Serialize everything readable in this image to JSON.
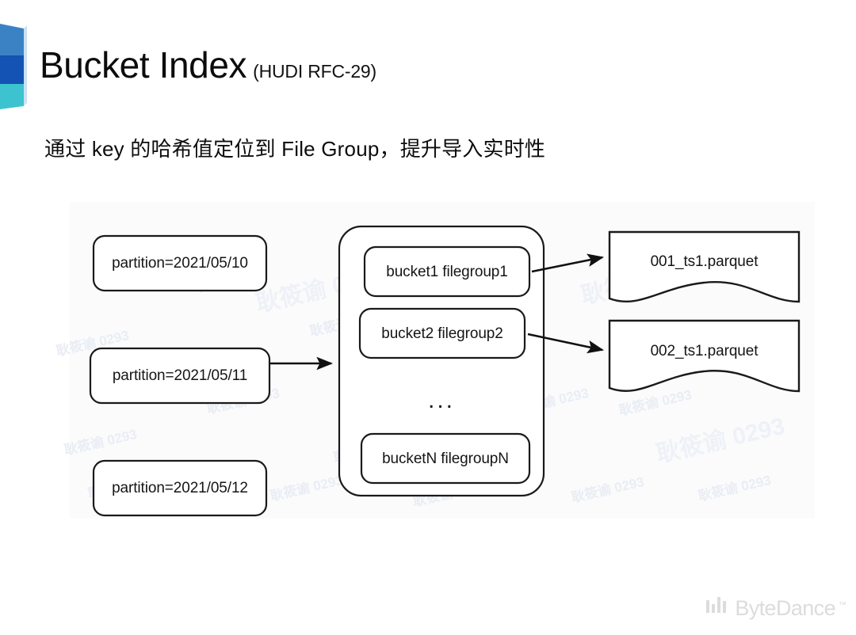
{
  "header": {
    "title_main": "Bucket Index",
    "title_sub": "(HUDI RFC-29)",
    "subtitle": "通过 key 的哈希值定位到 File Group，提升导入实时性"
  },
  "diagram": {
    "partitions": [
      {
        "label": "partition=2021/05/10"
      },
      {
        "label": "partition=2021/05/11"
      },
      {
        "label": "partition=2021/05/12"
      }
    ],
    "buckets": [
      {
        "label": "bucket1 filegroup1"
      },
      {
        "label": "bucket2 filegroup2"
      },
      {
        "label": "bucketN filegroupN"
      }
    ],
    "bucket_ellipsis": "...",
    "files": [
      {
        "label": "001_ts1.parquet"
      },
      {
        "label": "002_ts1.parquet"
      }
    ],
    "arrows": [
      {
        "name": "partition-to-bucket-container"
      },
      {
        "name": "bucket1-to-file1"
      },
      {
        "name": "bucket2-to-file2"
      }
    ]
  },
  "watermark": {
    "text": "耿筱谕 0293"
  },
  "footer": {
    "brand": "ByteDance",
    "trademark": "™"
  },
  "colors": {
    "logo_light_blue": "#3b82c4",
    "logo_dark_blue": "#1452b4",
    "logo_teal": "#3cc3cf",
    "stroke": "#1a1a1a",
    "canvas_bg": "#fbfbfc",
    "footer_grey": "#dcdcdc"
  }
}
